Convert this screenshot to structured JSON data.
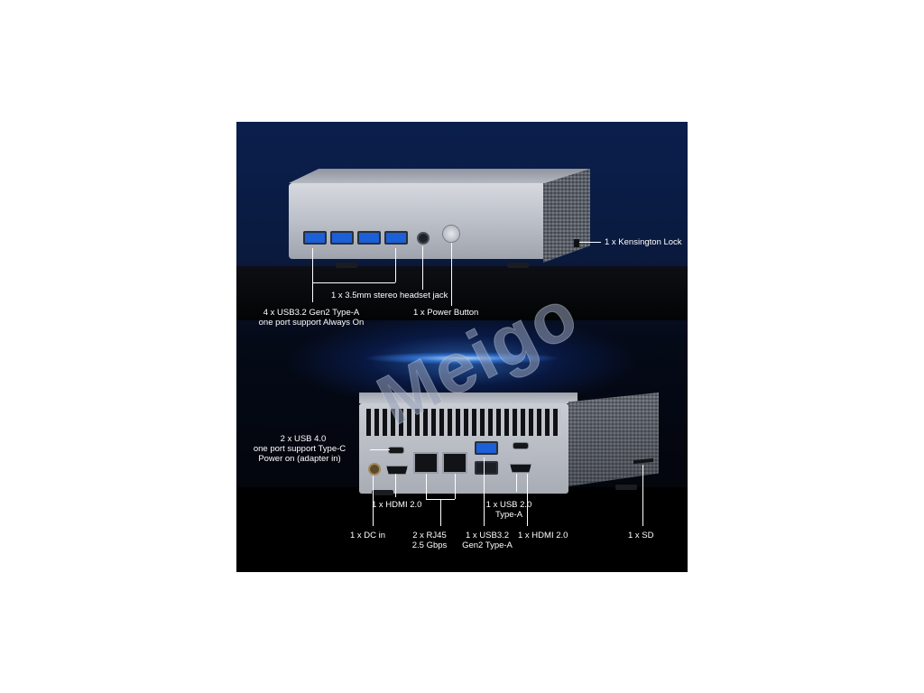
{
  "watermark": "Meigo",
  "labels": {
    "kensington": "1 x Kensington Lock",
    "headset_jack": "1 x 3.5mm stereo headset jack",
    "usb_front_line1": "4 x USB3.2 Gen2 Type-A",
    "usb_front_line2": "one port support Always On",
    "power_button": "1 x Power Button",
    "usb4_line1": "2 x USB 4.0",
    "usb4_line2": "one port support Type-C",
    "usb4_line3": "Power on  (adapter in)",
    "hdmi_left": "1 x HDMI 2.0",
    "usb20_line1": "1 x USB 2.0",
    "usb20_line2": "Type-A",
    "dc_in": "1 x DC in",
    "rj45_line1": "2 x RJ45",
    "rj45_line2": "2.5 Gbps",
    "usb32_line1": "1 x USB3.2",
    "usb32_line2": "Gen2 Type-A",
    "hdmi_right": "1 x HDMI 2.0",
    "sd": "1 x SD"
  },
  "colors": {
    "background": "#ffffff",
    "panel_top": "#0b1f4d",
    "panel_bottom": "#020306",
    "usb_port_blue": "#1b5fd9",
    "chassis_silver": "#c9ccd2",
    "label_text": "#ffffff"
  }
}
